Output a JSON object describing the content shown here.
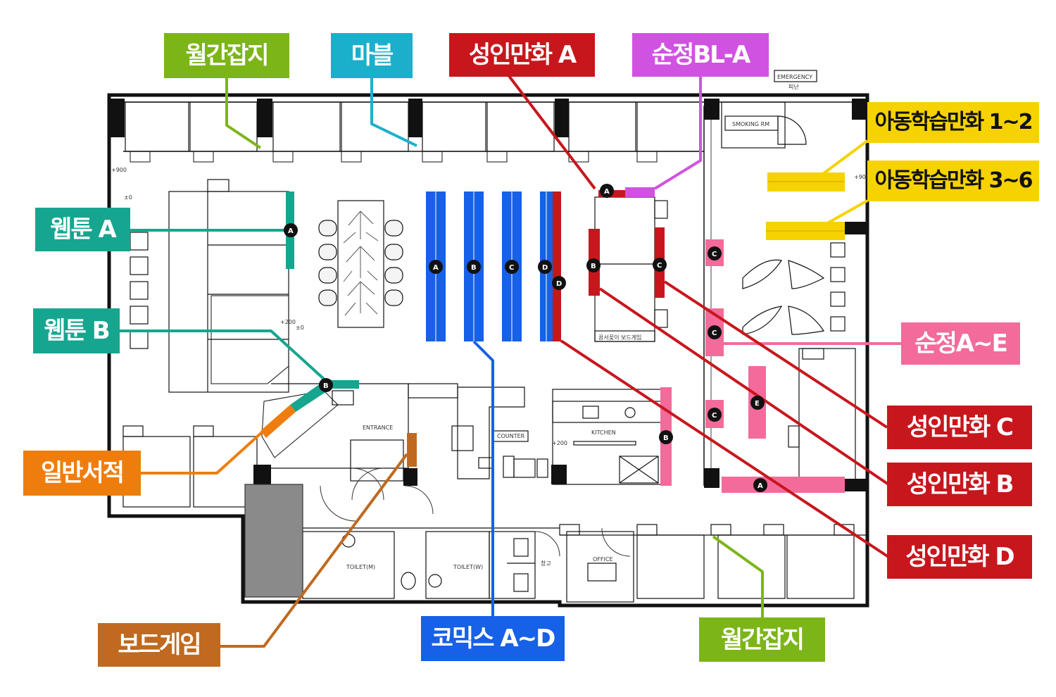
{
  "colors": {
    "green": "#7cb518",
    "cyan": "#1ab0cc",
    "red": "#c8161d",
    "magenta": "#d052e0",
    "yellow": "#f6d200",
    "teal": "#16a58f",
    "orange": "#ef7d0d",
    "pink": "#f26b9b",
    "blue": "#1760e8",
    "brown": "#bf6a20"
  },
  "labels": {
    "monthly_top": "월간잡지",
    "marvel": "마블",
    "adult_a": "성인만화 A",
    "sunjeong_bl": "순정BL-A",
    "kids_1": "아동학습만화 1~2",
    "kids_2": "아동학습만화 3~6",
    "webtoon_a": "웹툰 A",
    "webtoon_b": "웹툰 B",
    "sunjeong_ae": "순정A~E",
    "adult_c": "성인만화 C",
    "adult_b": "성인만화 B",
    "adult_d": "성인만화 D",
    "general_books": "일반서적",
    "board_game": "보드게임",
    "comics_ad": "코믹스 A~D",
    "monthly_bottom": "월간잡지"
  },
  "badges": {
    "a": "A",
    "b": "B",
    "c": "C",
    "d": "D",
    "e": "E"
  },
  "plan_text": {
    "emergency": "EMERGENCY",
    "emergency_ko": "피난",
    "smoking": "SMOKING RM",
    "entrance": "ENTRANCE",
    "counter": "COUNTER",
    "kitchen": "KITCHEN",
    "toilet_m": "TOILET(M)",
    "toilet_w": "TOILET(W)",
    "office": "OFFICE",
    "storage": "창고",
    "board_shelf": "꿈서꽂이  보드게임",
    "level_900": "+900",
    "level_200": "+200",
    "level_0": "±0"
  }
}
